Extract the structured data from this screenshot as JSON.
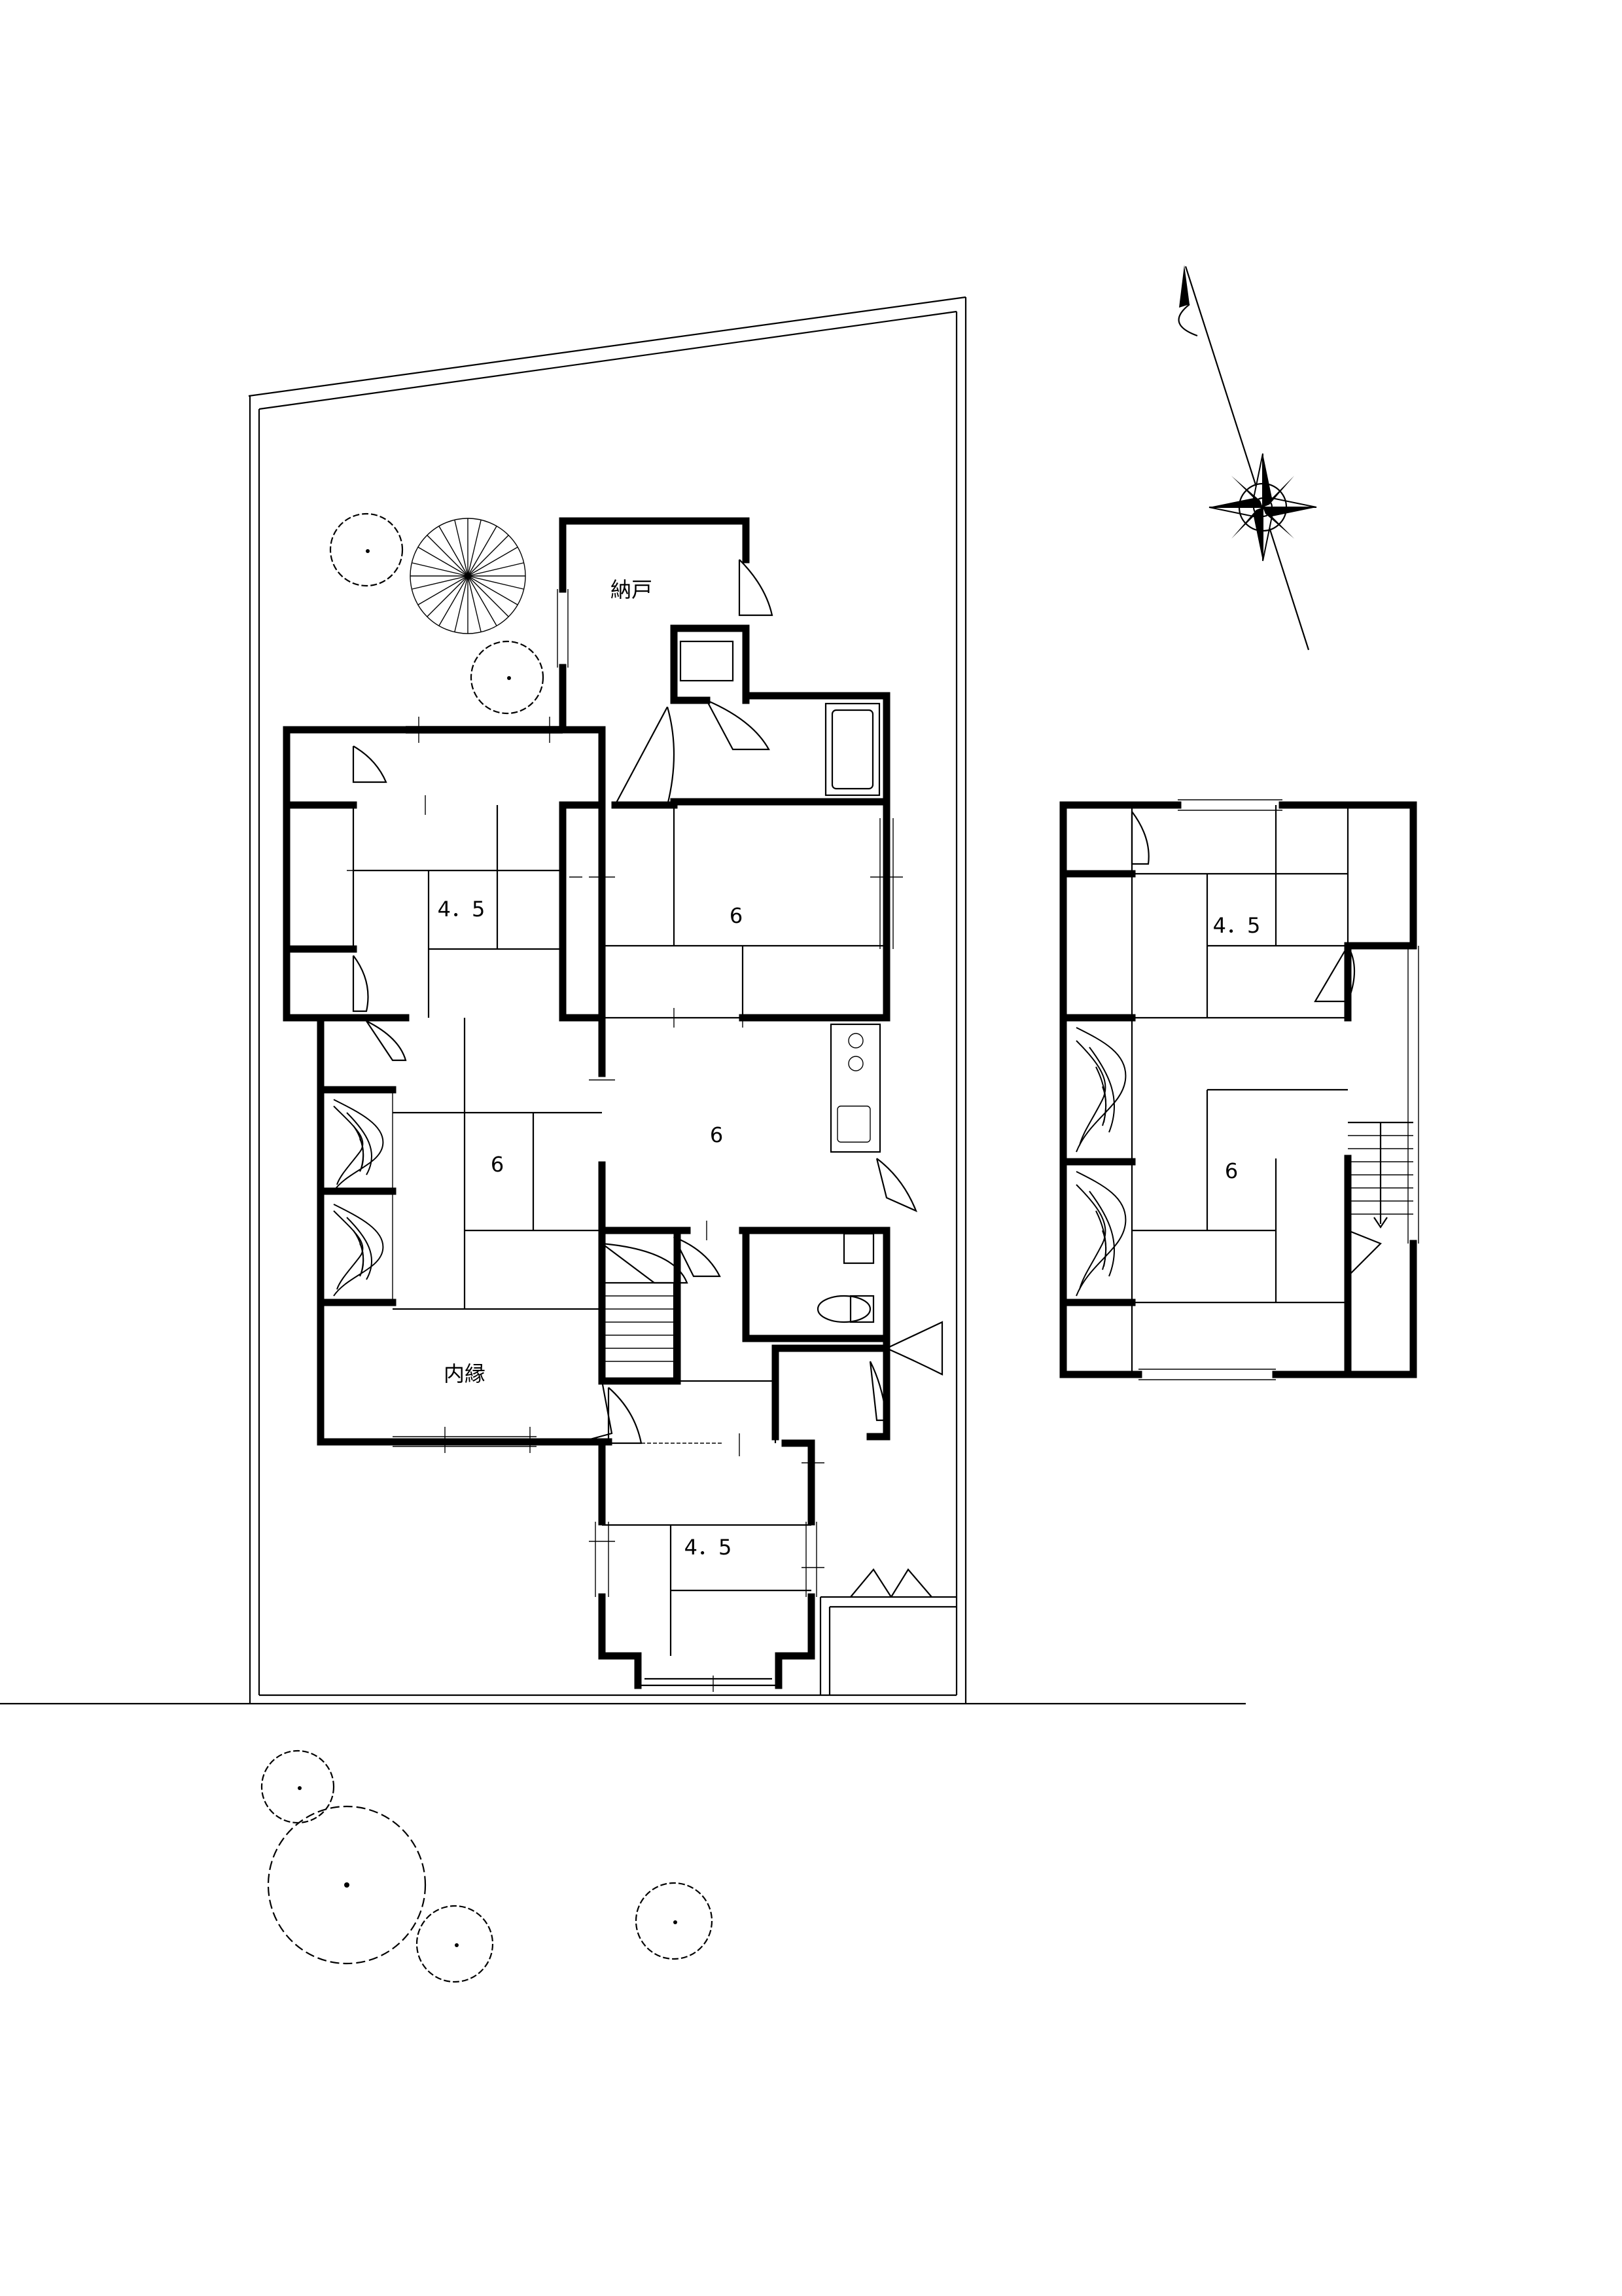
{
  "floor1": {
    "rooms": {
      "tatami_4_5_west": "4．5",
      "tatami_6_north": "6",
      "tatami_6_west": "6",
      "dining_6": "6",
      "storage": "納戸",
      "veranda": "内縁",
      "tatami_4_5_south": "4．5"
    }
  },
  "floor2": {
    "rooms": {
      "tatami_4_5": "4．5",
      "tatami_6": "6"
    }
  },
  "icons": {
    "compass": "compass-rose-icon",
    "trees": "tree-icon",
    "stairs": "stairs-icon",
    "toilet": "toilet-icon"
  }
}
